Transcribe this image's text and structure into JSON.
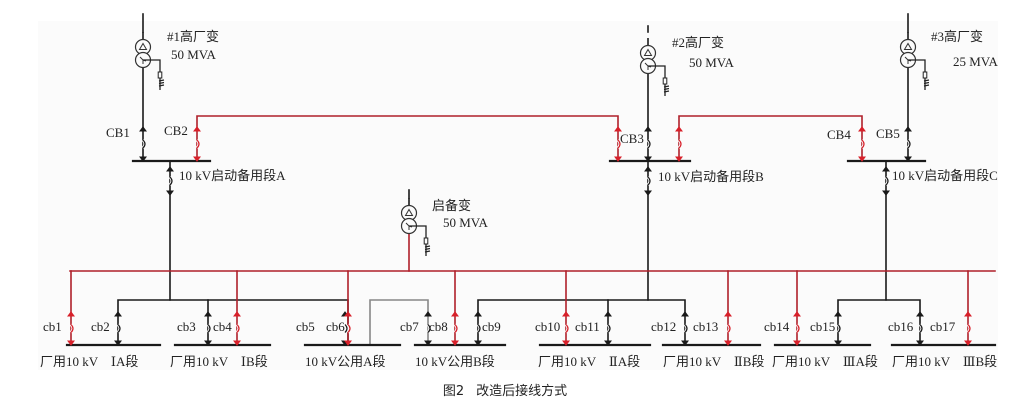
{
  "colors": {
    "black_line": "#1a1a1a",
    "red_line": "#b0202a",
    "breaker_red": "#d8202a",
    "grey_line": "#888888",
    "panel_bg": "#fbfbfb"
  },
  "transformers": [
    {
      "name": "#1高厂变",
      "rating": "50 MVA"
    },
    {
      "name": "#2高厂变",
      "rating": "50 MVA"
    },
    {
      "name": "#3高厂变",
      "rating": "25 MVA"
    },
    {
      "name": "启备变",
      "rating": "50 MVA"
    }
  ],
  "upper_breakers": [
    "CB1",
    "CB2",
    "CB3",
    "CB4",
    "CB5"
  ],
  "standby_buses": [
    "10 kV启动备用段A",
    "10 kV启动备用段B",
    "10 kV启动备用段C"
  ],
  "lower_breakers": [
    "cb1",
    "cb2",
    "cb3",
    "cb4",
    "cb5",
    "cb6",
    "cb7",
    "cb8",
    "cb9",
    "cb10",
    "cb11",
    "cb12",
    "cb13",
    "cb14",
    "cb15",
    "cb16",
    "cb17"
  ],
  "lower_buses": [
    "厂用10 kV　ⅠA段",
    "厂用10 kV　ⅠB段",
    "10 kV公用A段",
    "10 kV公用B段",
    "厂用10 kV　ⅡA段",
    "厂用10 kV　ⅡB段",
    "厂用10 kV　ⅢA段",
    "厂用10 kV　ⅢB段"
  ],
  "caption": {
    "figure": "图2",
    "title": "改造后接线方式"
  }
}
